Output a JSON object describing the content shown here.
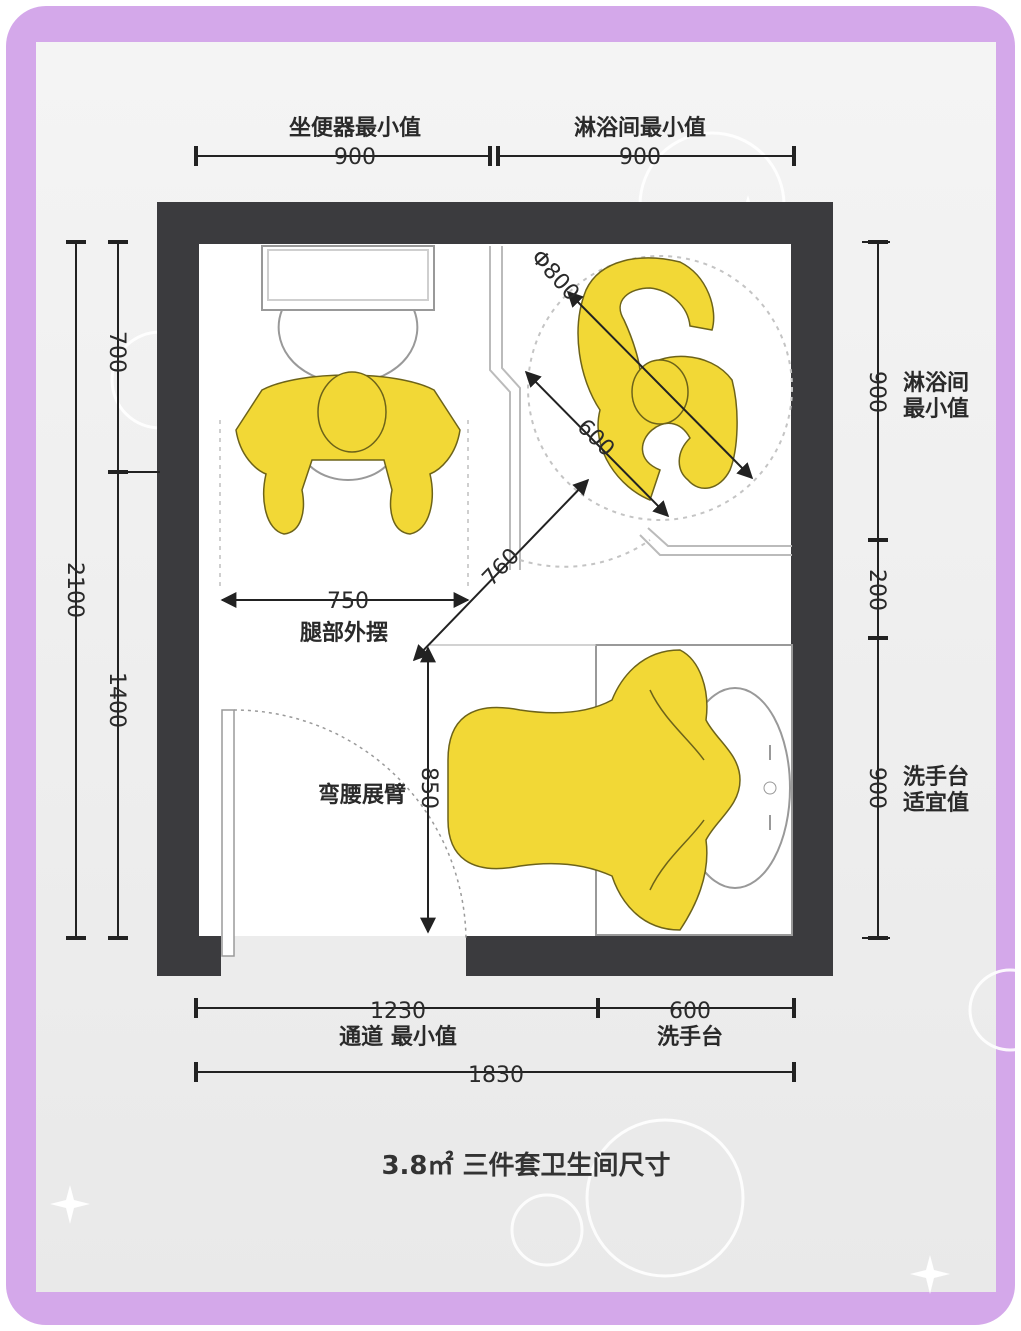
{
  "colors": {
    "border": "#d4a8ea",
    "wall": "#3b3b3e",
    "figure": "#f2d836",
    "figure_outline": "#6d6319",
    "fixture": "#ffffff",
    "background": "#f7f7f7",
    "line": "#222222"
  },
  "top": {
    "toilet_label": "坐便器最小值",
    "toilet_dim": "900",
    "shower_label": "淋浴间最小值",
    "shower_dim": "900"
  },
  "left": {
    "total_dim": "2100",
    "upper_dim": "700",
    "lower_dim": "1400"
  },
  "right": {
    "shower_dim": "900",
    "shower_label_1": "淋浴间",
    "shower_label_2": "最小值",
    "gap_dim": "200",
    "basin_dim": "900",
    "basin_label_1": "洗手台",
    "basin_label_2": "适宜值"
  },
  "interior": {
    "shower_circle": "Φ800",
    "shower_diag": "600",
    "passage_diag": "760",
    "leg_dim": "750",
    "leg_label": "腿部外摆",
    "bend_label": "弯腰展臂",
    "bend_dim": "850"
  },
  "bottom": {
    "passage_dim": "1230",
    "passage_label": "通道 最小值",
    "basin_dim": "600",
    "basin_label": "洗手台",
    "total_dim": "1830"
  },
  "caption": "3.8㎡ 三件套卫生间尺寸"
}
